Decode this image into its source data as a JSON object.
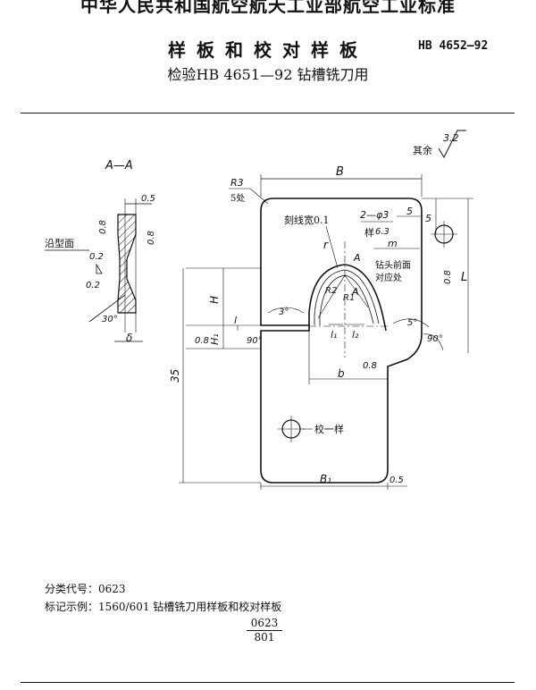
{
  "header": {
    "top_line": "中华人民共和国航空航天工业部航空工业标准",
    "title": "样板和校对样板",
    "standard_no": "HB 4652—92",
    "subtitle": "检验HB 4651—92  钻槽铣刀用"
  },
  "drawing": {
    "section_label": "A—A",
    "roughness_other": "其余",
    "roughness_other_value": "3.2",
    "contour_label": "沿型面",
    "labels": {
      "B": "B",
      "R3": "R3",
      "R3_count": "5处",
      "scribe": "刻线宽0.1",
      "hole": "2—φ3",
      "five_top": "5",
      "five_side": "5",
      "yang": "样",
      "m": "m",
      "L": "L",
      "r": "r",
      "A_top": "A",
      "A_bottom": "A",
      "H": "H",
      "H1": "H₁",
      "R2": "R2",
      "R1": "R1",
      "groove": "钻头前面",
      "groove2": "对应处",
      "l": "l",
      "l1": "l₁",
      "l2": "l₂",
      "b": "b",
      "B1": "B₁",
      "thirty_five": "35",
      "half": "0.5",
      "half_bottom": "0.5",
      "delta": "δ",
      "deg3": "3°",
      "deg5": "5°",
      "deg30": "30°",
      "deg90_left": "90°",
      "deg90_right": "90°",
      "rough08_a": "0.8",
      "rough08_b": "0.8",
      "rough08_c": "0.8",
      "rough08_d": "0.8",
      "rough08_e": "0.8",
      "rough63": "6.3",
      "rough02_a": "0.2",
      "rough02_b": "0.2",
      "jiaoyang": "校一样"
    }
  },
  "footer": {
    "class_code": "分类代号：0623",
    "mark_example": "标记示例：1560/601 钻槽铣刀用样板和校对样板",
    "fraction_num": "0623",
    "fraction_den": "801"
  }
}
